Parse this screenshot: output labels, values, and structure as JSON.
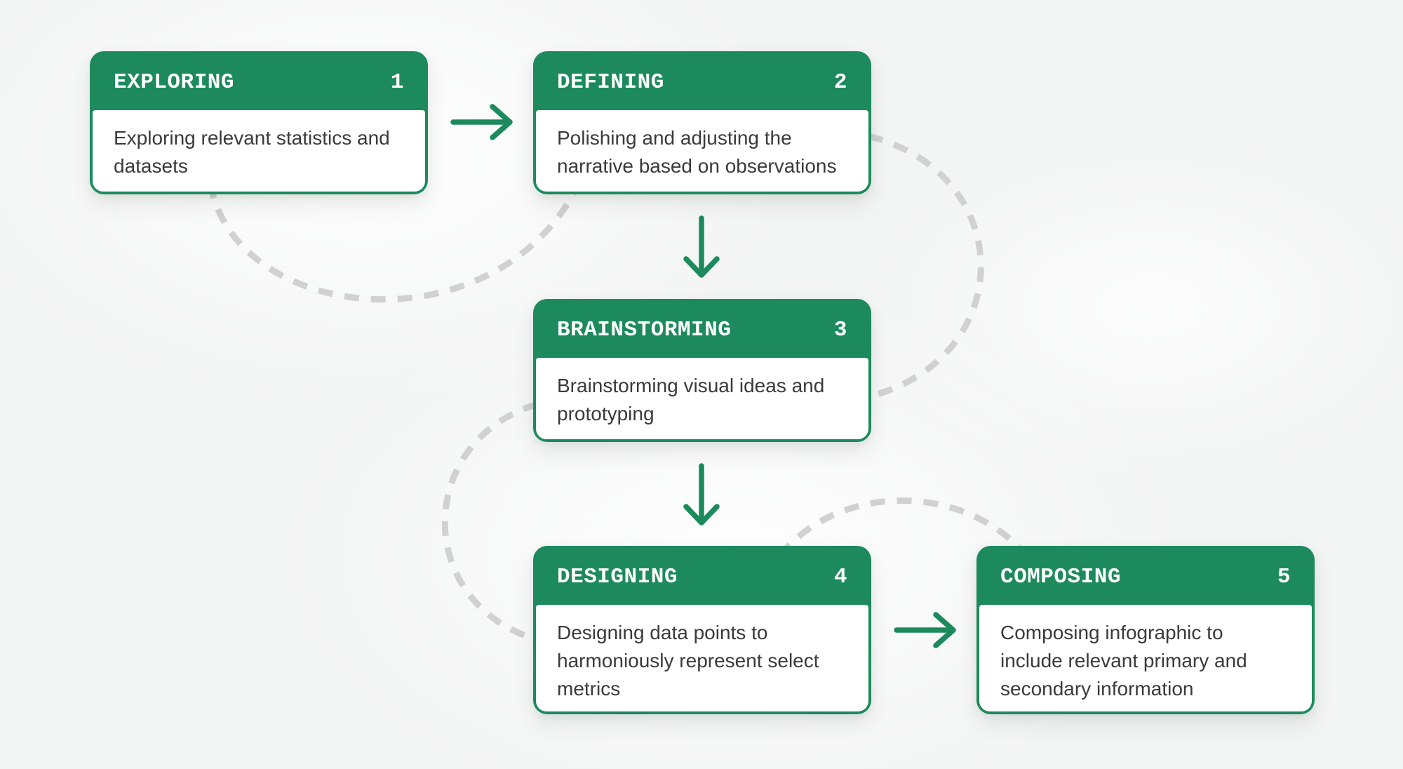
{
  "diagram": {
    "type": "flowchart",
    "colors": {
      "accent_green": "#1c8a5d",
      "dash_gray": "#d1d1d1",
      "header_text": "#ffffff",
      "body_text": "#3a3a3a",
      "card_bg": "#ffffff",
      "page_bg": "#f3f4f4"
    },
    "steps": [
      {
        "label": "EXPLORING",
        "number": "1",
        "description": "Exploring relevant statistics and datasets"
      },
      {
        "label": "DEFINING",
        "number": "2",
        "description": "Polishing and adjusting the narrative based on observations"
      },
      {
        "label": "BRAINSTORMING",
        "number": "3",
        "description": "Brainstorming visual ideas and prototyping"
      },
      {
        "label": "DESIGNING",
        "number": "4",
        "description": "Designing data points to harmoniously represent select metrics"
      },
      {
        "label": "COMPOSING",
        "number": "5",
        "description": "Composing infographic to include relevant primary and secondary information"
      }
    ],
    "flow": [
      {
        "from": "EXPLORING",
        "to": "DEFINING",
        "style": "solid-arrow",
        "direction": "right"
      },
      {
        "from": "DEFINING",
        "to": "BRAINSTORMING",
        "style": "solid-arrow",
        "direction": "down"
      },
      {
        "from": "BRAINSTORMING",
        "to": "DESIGNING",
        "style": "solid-arrow",
        "direction": "down"
      },
      {
        "from": "DESIGNING",
        "to": "COMPOSING",
        "style": "solid-arrow",
        "direction": "right"
      },
      {
        "from": "EXPLORING",
        "to": "DEFINING",
        "style": "dashed-curve",
        "direction": "under"
      },
      {
        "from": "DEFINING",
        "to": "BRAINSTORMING",
        "style": "dashed-curve",
        "direction": "right-loop"
      },
      {
        "from": "BRAINSTORMING",
        "to": "DESIGNING",
        "style": "dashed-curve",
        "direction": "left-loop"
      },
      {
        "from": "DESIGNING",
        "to": "COMPOSING",
        "style": "dashed-curve",
        "direction": "over"
      }
    ]
  }
}
